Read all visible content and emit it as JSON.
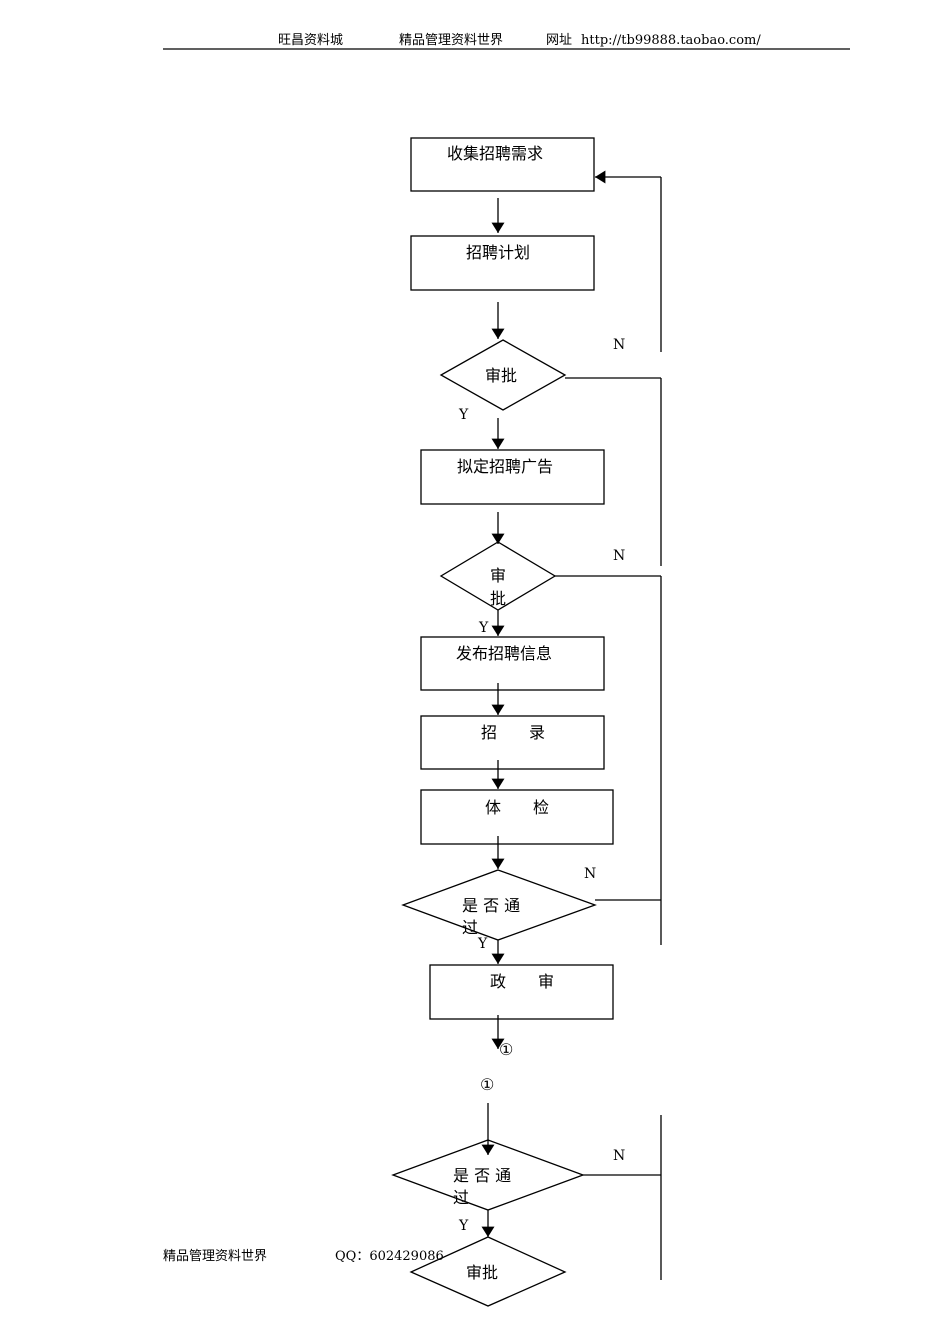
{
  "header": {
    "left": "旺昌资料城",
    "center": "精品管理资料世界",
    "url_label": "网址",
    "url": "http://tb99888.taobao.com/"
  },
  "flow": {
    "collect": "收集招聘需求",
    "plan": "招聘计划",
    "approve1": "审批",
    "draft_ad": "拟定招聘广告",
    "approve2_a": "审",
    "approve2_b": "批",
    "publish": "发布招聘信息",
    "recruit": "招　　录",
    "exam": "体　　检",
    "pass1_a": "是 否 通",
    "pass1_b": "过",
    "political": "政　　审",
    "connector": "①",
    "pass2_a": "是 否 通",
    "pass2_b": "过",
    "approve3": "审批",
    "yes": "Y",
    "no": "N"
  },
  "footer": {
    "left": "精品管理资料世界",
    "qq": "QQ：602429086"
  }
}
